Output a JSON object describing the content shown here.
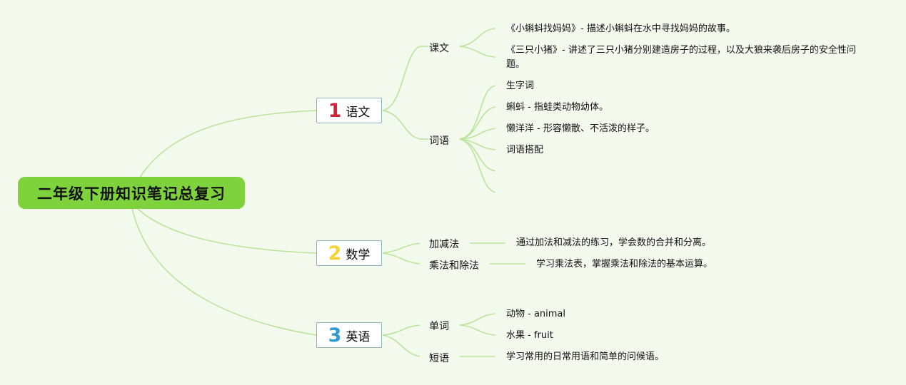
{
  "root": {
    "title": "二年级下册知识笔记总复习"
  },
  "colors": {
    "link": "#b9e59a",
    "root_bg": "#7ed23b",
    "background": "#f4f9ee"
  },
  "branches": [
    {
      "number": "1",
      "number_color": "#d1233b",
      "label": "语文",
      "subs": [
        {
          "label": "课文",
          "leaves": [
            "《小蝌蚪找妈妈》- 描述小蝌蚪在水中寻找妈妈的故事。",
            "《三只小猪》- 讲述了三只小猪分别建造房子的过程，以及大狼来袭后房子的安全性问题。"
          ]
        },
        {
          "label": "词语",
          "leaves": [
            "生字词",
            "蝌蚪 - 指蛙类动物幼体。",
            "懒洋洋 - 形容懒散、不活泼的样子。",
            "词语搭配",
            "",
            ""
          ]
        }
      ]
    },
    {
      "number": "2",
      "number_color": "#f0d43a",
      "label": "数学",
      "subs": [
        {
          "label": "加减法",
          "leaves": [
            "通过加法和减法的练习，学会数的合并和分离。"
          ]
        },
        {
          "label": "乘法和除法",
          "leaves": [
            "学习乘法表，掌握乘法和除法的基本运算。"
          ]
        }
      ]
    },
    {
      "number": "3",
      "number_color": "#2e9ad6",
      "label": "英语",
      "subs": [
        {
          "label": "单词",
          "leaves": [
            "动物 - animal",
            "水果 - fruit"
          ]
        },
        {
          "label": "短语",
          "leaves": [
            "学习常用的日常用语和简单的问候语。"
          ]
        }
      ]
    }
  ]
}
